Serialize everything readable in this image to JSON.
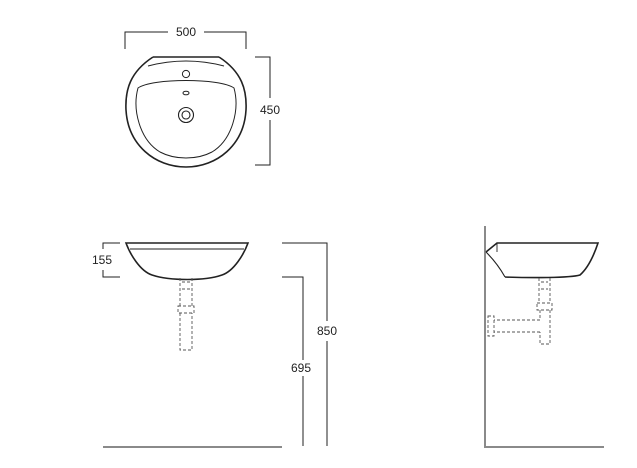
{
  "drawing": {
    "dimensions": {
      "width": "500",
      "depth": "450",
      "basin_height": "155",
      "total_height": "850",
      "rim_height": "695"
    }
  },
  "colors": {
    "line": "#222222",
    "hidden_line": "#555555",
    "floor": "#8a8a8a"
  }
}
